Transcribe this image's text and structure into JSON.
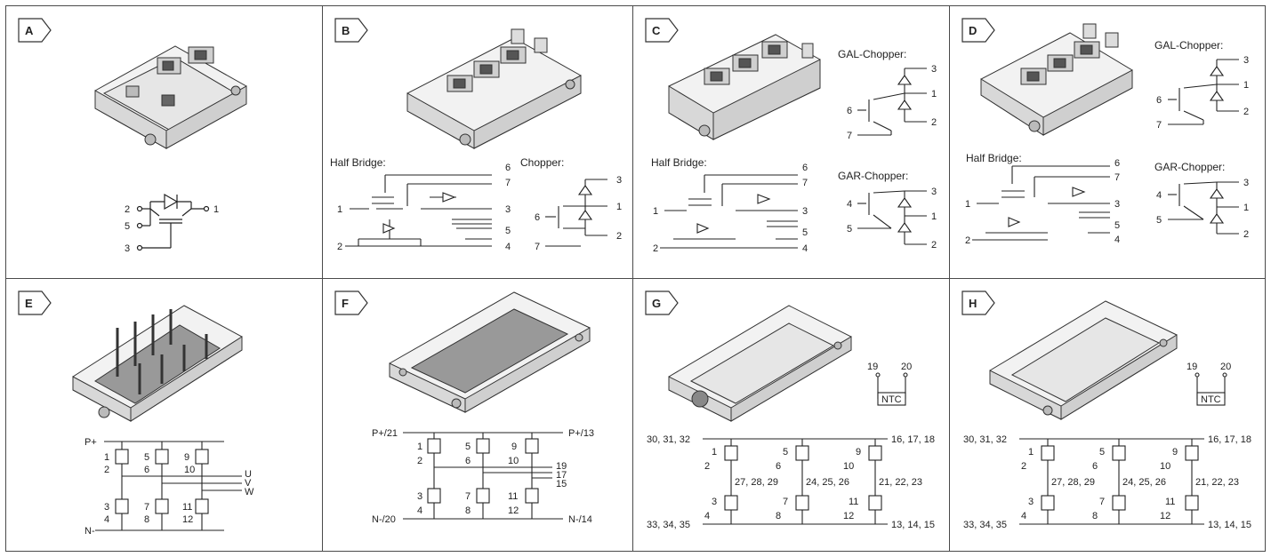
{
  "cells": {
    "A": {
      "tag": "A",
      "pins": [
        "2",
        "5",
        "3",
        "1"
      ]
    },
    "B": {
      "tag": "B",
      "title_left": "Half Bridge:",
      "title_right": "Chopper:",
      "pins_left": [
        "6",
        "7",
        "1",
        "3",
        "5",
        "2",
        "4"
      ],
      "pins_right": [
        "3",
        "1",
        "2",
        "6",
        "7"
      ]
    },
    "C": {
      "tag": "C",
      "title_left": "Half Bridge:",
      "title_top": "GAL-Chopper:",
      "title_bottom": "GAR-Chopper:",
      "pins_left": [
        "6",
        "7",
        "1",
        "3",
        "5",
        "2",
        "4"
      ],
      "pins_top": [
        "3",
        "1",
        "2",
        "6",
        "7"
      ],
      "pins_bottom": [
        "3",
        "1",
        "2",
        "4",
        "5"
      ]
    },
    "D": {
      "tag": "D",
      "title_left": "Half Bridge:",
      "title_top": "GAL-Chopper:",
      "title_bottom": "GAR-Chopper:",
      "pins_left": [
        "6",
        "7",
        "1",
        "3",
        "5",
        "2",
        "4"
      ],
      "pins_top": [
        "3",
        "1",
        "2",
        "6",
        "7"
      ],
      "pins_bottom": [
        "3",
        "1",
        "2",
        "4",
        "5"
      ]
    },
    "E": {
      "tag": "E",
      "rails": [
        "P+",
        "N-"
      ],
      "outputs": [
        "U",
        "V",
        "W"
      ],
      "gates": [
        "1",
        "2",
        "5",
        "6",
        "9",
        "10",
        "3",
        "4",
        "7",
        "8",
        "11",
        "12"
      ]
    },
    "F": {
      "tag": "F",
      "rails": [
        "P+/21",
        "P+/13",
        "N-/20",
        "N-/14"
      ],
      "outputs": [
        "19",
        "17",
        "15"
      ],
      "gates": [
        "1",
        "2",
        "5",
        "6",
        "9",
        "10",
        "3",
        "4",
        "7",
        "8",
        "11",
        "12"
      ]
    },
    "G": {
      "tag": "G",
      "ntc_label": "NTC",
      "ntc_pins": [
        "19",
        "20"
      ],
      "rails": [
        "30, 31, 32",
        "16, 17, 18",
        "33, 34, 35",
        "13, 14, 15"
      ],
      "outputs": [
        "27, 28, 29",
        "24, 25, 26",
        "21, 22, 23"
      ],
      "gates": [
        "1",
        "2",
        "5",
        "6",
        "9",
        "10",
        "3",
        "4",
        "7",
        "8",
        "11",
        "12"
      ]
    },
    "H": {
      "tag": "H",
      "ntc_label": "NTC",
      "ntc_pins": [
        "19",
        "20"
      ],
      "rails": [
        "30, 31, 32",
        "16, 17, 18",
        "33, 34, 35",
        "13, 14, 15"
      ],
      "outputs": [
        "27, 28, 29",
        "24, 25, 26",
        "21, 22, 23"
      ],
      "gates": [
        "1",
        "2",
        "5",
        "6",
        "9",
        "10",
        "3",
        "4",
        "7",
        "8",
        "11",
        "12"
      ]
    }
  }
}
